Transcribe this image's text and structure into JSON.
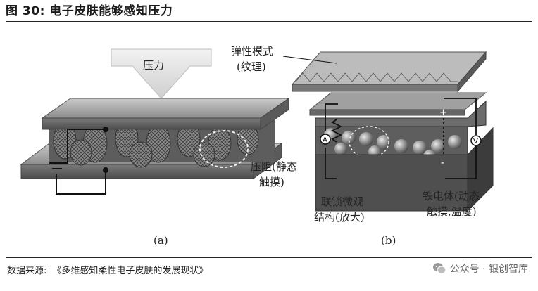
{
  "title": "图 30:   电子皮肤能够感知压力",
  "figure": {
    "panel_a": {
      "pressure_label": "压力",
      "caption": "(a)"
    },
    "panel_b": {
      "elastic_line1": "弹性模式",
      "elastic_line2": "(纹理)",
      "piezo_line1": "压阻(静态",
      "piezo_line2": "触摸)",
      "interlock_line1": "联锁微观",
      "interlock_line2": "结构(放大)",
      "ferro_line1": "铁电体(动态",
      "ferro_line2": "触摸,温度)",
      "ammeter_symbol": "A",
      "voltmeter_symbol": "V",
      "plus_sign": "+",
      "minus_sign": "-",
      "caption": "(b)"
    }
  },
  "source": {
    "label": "数据来源:",
    "text": "《多维感知柔性电子皮肤的发展现状》"
  },
  "watermark": {
    "text": "公众号 · 银创智库"
  }
}
